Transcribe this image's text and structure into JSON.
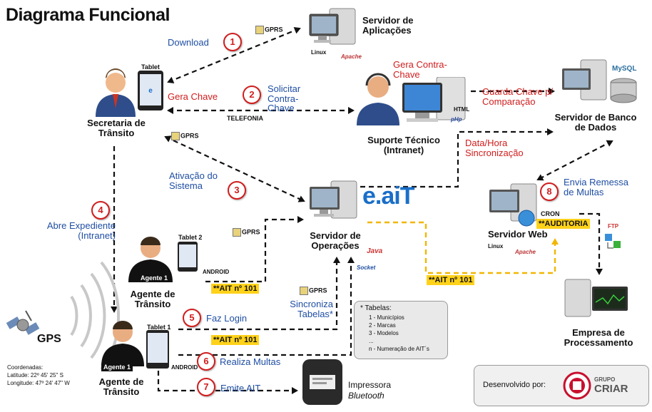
{
  "title": "Diagrama Funcional",
  "nodes": {
    "servidor_aplicacoes": "Servidor de Aplicações",
    "secretaria": "Secretaria de Trânsito",
    "suporte": "Suporte Técnico (Intranet)",
    "banco": "Servidor de Banco de Dados",
    "operacoes": "Servidor de Operações",
    "servidor_web": "Servidor Web",
    "agente_top": "Agente de Trânsito",
    "agente_bottom": "Agente de Trânsito",
    "empresa": "Empresa de Processamento",
    "impressora": "Impressora",
    "impressora_sub": "Bluetooth",
    "gps": "GPS"
  },
  "badges": {
    "tablet": "Tablet",
    "tablet1": "Tablet 1",
    "tablet2": "Tablet 2",
    "agente1": "Agente 1",
    "agente1b": "Agente 1",
    "gprs": "GPRS",
    "linux": "Linux",
    "apache": "Apache",
    "html": "HTML",
    "php": "pHp",
    "mysql": "MySQL",
    "java": "Java",
    "socket": "Socket",
    "ftp": "FTP",
    "cron": "CRON",
    "android": "ANDROID",
    "eait": "e.aiT"
  },
  "steps": [
    {
      "n": "1",
      "label": "Download"
    },
    {
      "n": "2",
      "label": "Solicitar Contra-Chave"
    },
    {
      "n": "3",
      "label": "Ativação do Sistema"
    },
    {
      "n": "4",
      "label": "Abre Expediente (Intranet)"
    },
    {
      "n": "5",
      "label": "Faz Login"
    },
    {
      "n": "6",
      "label": "Realiza Multas"
    },
    {
      "n": "7",
      "label": "Emite AIT"
    },
    {
      "n": "8",
      "label": "Envia Remessa de Multas"
    }
  ],
  "red_labels": {
    "gera_chave": "Gera Chave",
    "gera_contra": "Gera Contra-Chave",
    "guarda": "Guarda Chave p/ Comparação",
    "data_hora": "Data/Hora Sincronização"
  },
  "other_labels": {
    "telefonia": "TELEFONIA",
    "sincroniza": "Sincroniza Tabelas*"
  },
  "ait_tags": {
    "a": "**AIT nº 101",
    "b": "**AIT nº 101",
    "c": "**AIT nº 101",
    "auditoria": "**AUDITORIA"
  },
  "tabelas": {
    "header": "* Tabelas:",
    "items": [
      "1 - Municípios",
      "2 - Marcas",
      "3 - Modelos",
      "...",
      "n - Numeração de AIT´s"
    ]
  },
  "coords": {
    "label": "Coordenadas:",
    "lat": "Latitude: 22º 45' 25\" S",
    "lon": "Longitude: 47º 24' 47\" W"
  },
  "credit": {
    "text": "Desenvolvido por:",
    "brand_top": "GRUPO",
    "brand": "CRIAR"
  }
}
